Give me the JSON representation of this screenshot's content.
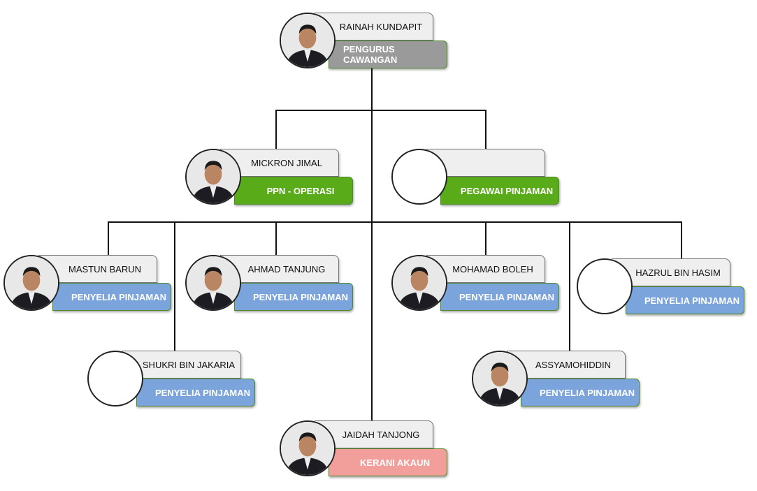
{
  "colors": {
    "manager": "#9a9a9a",
    "officer": "#5aab1a",
    "supervisor": "#7ba4dd",
    "clerk": "#f29f9b"
  },
  "nodes": [
    {
      "id": "rainah",
      "name": "RAINAH KUNDAPIT",
      "role": "PENGURUS CAWANGAN",
      "color": "#9a9a9a",
      "photo": true
    },
    {
      "id": "mickron",
      "name": "MICKRON JIMAL",
      "role": "PPN - OPERASI",
      "color": "#5aab1a",
      "photo": true
    },
    {
      "id": "pegawai",
      "name": "",
      "role": "PEGAWAI PINJAMAN",
      "color": "#5aab1a",
      "photo": false
    },
    {
      "id": "mastun",
      "name": "MASTUN BARUN",
      "role": "PENYELIA PINJAMAN",
      "color": "#7ba4dd",
      "photo": true
    },
    {
      "id": "ahmad",
      "name": "AHMAD TANJUNG",
      "role": "PENYELIA PINJAMAN",
      "color": "#7ba4dd",
      "photo": true
    },
    {
      "id": "mohamad",
      "name": "MOHAMAD BOLEH",
      "role": "PENYELIA PINJAMAN",
      "color": "#7ba4dd",
      "photo": true
    },
    {
      "id": "hazrul",
      "name": "HAZRUL BIN HASIM",
      "role": "PENYELIA PINJAMAN",
      "color": "#7ba4dd",
      "photo": false
    },
    {
      "id": "shukri",
      "name": "SHUKRI BIN JAKARIA",
      "role": "PENYELIA PINJAMAN",
      "color": "#7ba4dd",
      "photo": false
    },
    {
      "id": "assyamohiddin",
      "name": "ASSYAMOHIDDIN",
      "role": "PENYELIA PINJAMAN",
      "color": "#7ba4dd",
      "photo": true
    },
    {
      "id": "jaidah",
      "name": "JAIDAH TANJONG",
      "role": "KERANI AKAUN",
      "color": "#f29f9b",
      "photo": true
    }
  ]
}
